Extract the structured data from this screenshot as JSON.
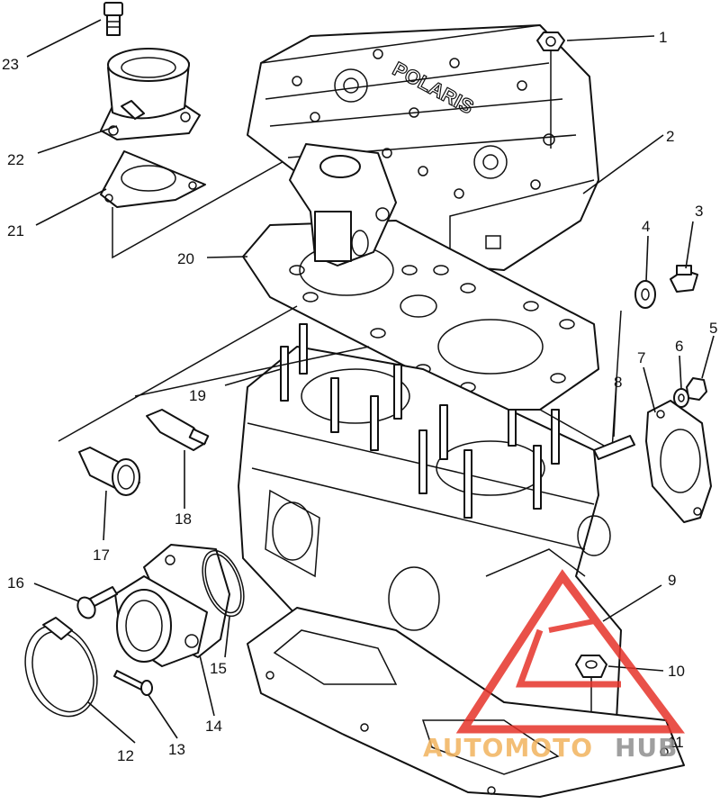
{
  "diagram": {
    "callouts": [
      "1",
      "2",
      "3",
      "4",
      "5",
      "6",
      "7",
      "8",
      "9",
      "10",
      "11",
      "12",
      "13",
      "14",
      "15",
      "16",
      "17",
      "18",
      "19",
      "20",
      "21",
      "22",
      "23"
    ],
    "cover_embossing": "POLARIS",
    "watermark": {
      "part1": "AUTOMOTO",
      "part2": "HUB",
      "color1": "#f2b35e",
      "color2": "#8f8f8f",
      "triangle_color": "#e6332a"
    }
  }
}
